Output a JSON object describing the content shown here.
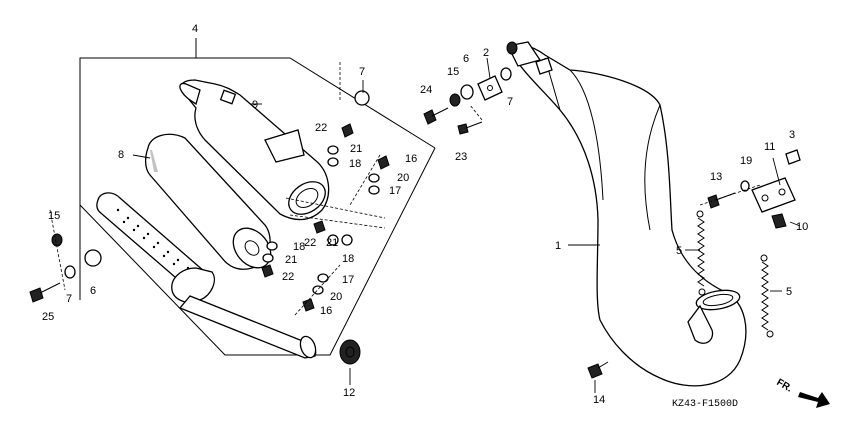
{
  "diagram": {
    "code": "KZ43-F1500D",
    "direction_label": "FR."
  },
  "callouts": {
    "c1": "1",
    "c2": "2",
    "c3": "3",
    "c4": "4",
    "c5a": "5",
    "c5b": "5",
    "c6a": "6",
    "c6b": "6",
    "c7a": "7",
    "c7b": "7",
    "c7c": "7",
    "c8": "8",
    "c9": "9",
    "c10": "10",
    "c11": "11",
    "c12": "12",
    "c13": "13",
    "c14": "14",
    "c15a": "15",
    "c15b": "15",
    "c16a": "16",
    "c16b": "16",
    "c17a": "17",
    "c17b": "17",
    "c18a": "18",
    "c18b": "18",
    "c19": "19",
    "c20a": "20",
    "c20b": "20",
    "c21a": "21",
    "c21b": "21",
    "c22a": "22",
    "c22b": "22",
    "c23": "23",
    "c24": "24",
    "c25": "25"
  }
}
